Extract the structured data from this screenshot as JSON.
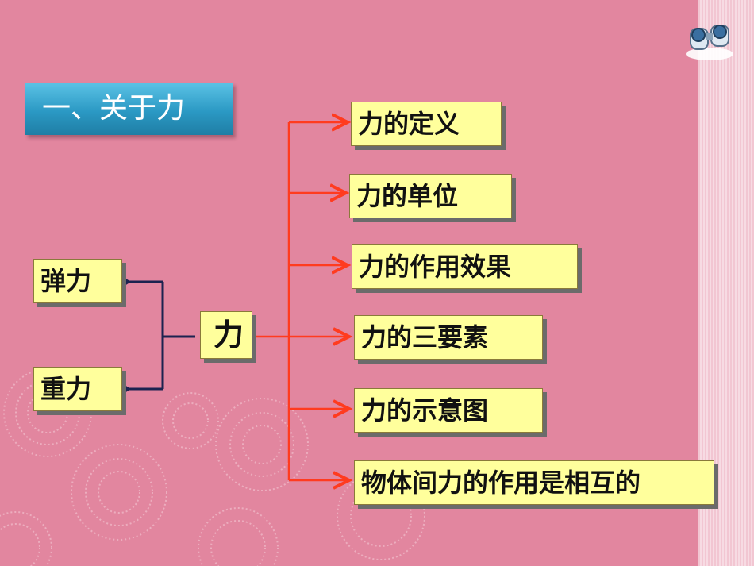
{
  "title": "一、关于力",
  "center": "力",
  "left_nodes": [
    "弹力",
    "重力"
  ],
  "right_nodes": [
    "力的定义",
    "力的单位",
    "力的作用效果",
    "力的三要素",
    "力的示意图",
    "物体间力的作用是相互的"
  ],
  "colors": {
    "background": "#e2869f",
    "box_fill": "#ffff9c",
    "right_connector": "#ff3b1f",
    "left_connector": "#1c2350",
    "title_fill": "#2b99c4"
  },
  "icons": {
    "corner": "binoculars-icon"
  }
}
